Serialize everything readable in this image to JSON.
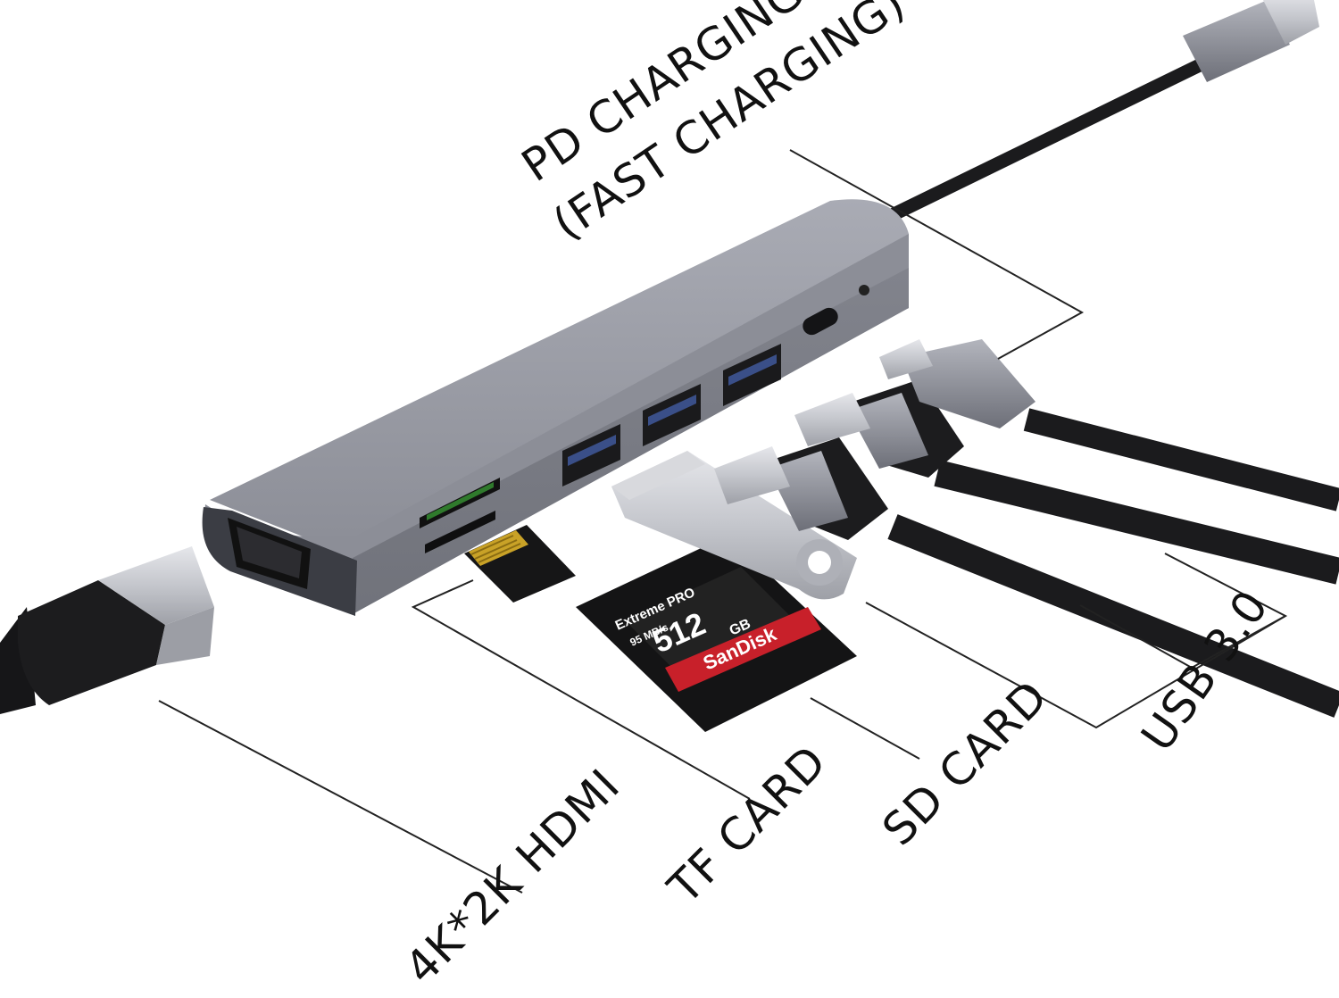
{
  "labels": {
    "pd_line1": "PD CHARGING",
    "pd_line2": "(FAST CHARGING)",
    "usb": "USB 3.0",
    "sd": "SD CARD",
    "tf": "TF CARD",
    "hdmi": "4K*2K HDMI"
  },
  "sd_card_print": {
    "brand": "SanDisk",
    "line": "Extreme PRO",
    "capacity": "512",
    "unit": "GB",
    "speed": "95 MB/s"
  },
  "colors": {
    "hub_body": "#8a8c95",
    "hub_top": "#9fa1aa",
    "cable": "#1b1b1d",
    "metal": "#c9cbd1",
    "label_text": "#111111",
    "callout_line": "#222222",
    "sd_red": "#c8202a",
    "tf_gold": "#c9a227"
  }
}
